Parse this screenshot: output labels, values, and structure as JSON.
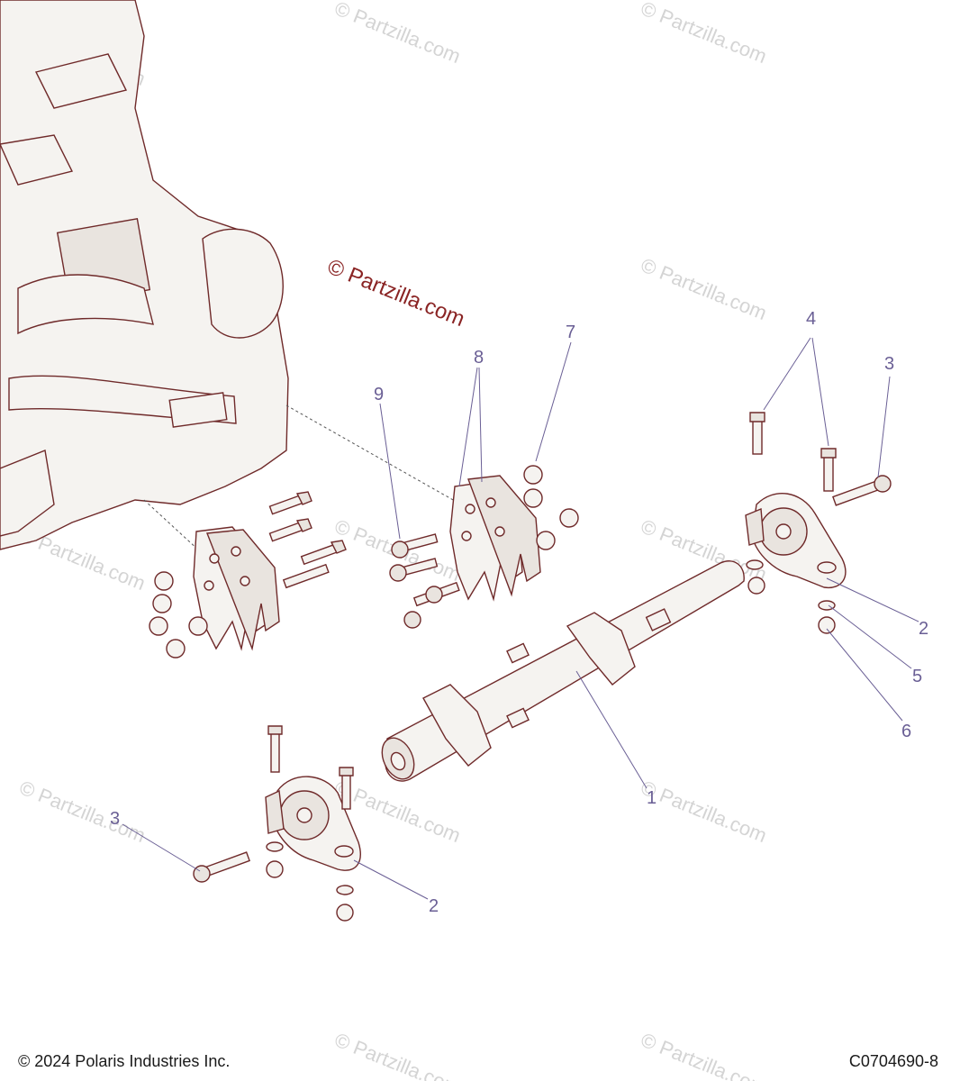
{
  "diagram": {
    "watermark_text": "© Partzilla.com",
    "callouts": [
      {
        "id": "c1",
        "label": "1"
      },
      {
        "id": "c2a",
        "label": "2"
      },
      {
        "id": "c2b",
        "label": "2"
      },
      {
        "id": "c3a",
        "label": "3"
      },
      {
        "id": "c3b",
        "label": "3"
      },
      {
        "id": "c4",
        "label": "4"
      },
      {
        "id": "c5",
        "label": "5"
      },
      {
        "id": "c6",
        "label": "6"
      },
      {
        "id": "c7",
        "label": "7"
      },
      {
        "id": "c8",
        "label": "8"
      },
      {
        "id": "c9",
        "label": "9"
      }
    ]
  },
  "footer": {
    "copyright": "© 2024 Polaris Industries Inc.",
    "code": "C0704690-8"
  },
  "colors": {
    "outline": "#6f2a2a",
    "callout": "#6a5f95",
    "watermark": "#d4d4d4"
  }
}
